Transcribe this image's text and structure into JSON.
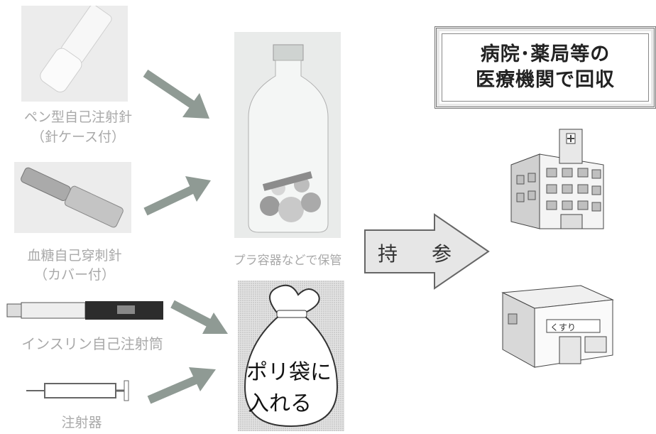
{
  "items": [
    {
      "label_line1": "ペン型自己注射針",
      "label_line2": "（針ケース付）"
    },
    {
      "label_line1": "血糖自己穿刺針",
      "label_line2": "（カバー付）"
    },
    {
      "label_line1": "インスリン自己注射筒",
      "label_line2": ""
    },
    {
      "label_line1": "注射器",
      "label_line2": ""
    }
  ],
  "bottle_caption": "プラ容器などで保管",
  "bag_text_line1": "ポリ袋に",
  "bag_text_line2": "入れる",
  "arrow_text": "持　参",
  "title_line1": "病院･薬局等の",
  "title_line2": "医療機関で回収",
  "pharmacy_sign": "くすり",
  "colors": {
    "arrow": "#8f9a94",
    "label": "#a9a9a9",
    "big_arrow": "#e6e6e6"
  }
}
